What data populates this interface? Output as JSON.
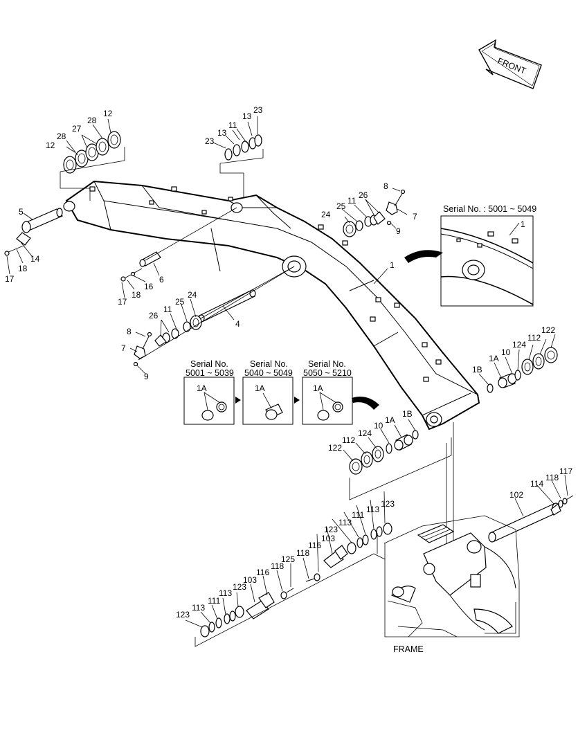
{
  "front_label": "FRONT",
  "frame_label": "FRAME",
  "detail_serial": "Serial No. : 5001 ~ 5049",
  "serial_boxes": [
    {
      "title": "Serial No.",
      "range": "5001 ~ 5039",
      "part": "1A"
    },
    {
      "title": "Serial No.",
      "range": "5040 ~ 5049",
      "part": "1A"
    },
    {
      "title": "Serial No.",
      "range": "5050 ~ 5210",
      "part": "1A"
    }
  ],
  "callouts": [
    {
      "id": "c-12a",
      "text": "12"
    },
    {
      "id": "c-28a",
      "text": "28"
    },
    {
      "id": "c-27",
      "text": "27"
    },
    {
      "id": "c-28b",
      "text": "28"
    },
    {
      "id": "c-12b",
      "text": "12"
    },
    {
      "id": "c-13a",
      "text": "13"
    },
    {
      "id": "c-23a",
      "text": "23"
    },
    {
      "id": "c-13b",
      "text": "13"
    },
    {
      "id": "c-11a",
      "text": "11"
    },
    {
      "id": "c-23b",
      "text": "23"
    },
    {
      "id": "c-8a",
      "text": "8"
    },
    {
      "id": "c-7a",
      "text": "7"
    },
    {
      "id": "c-9a",
      "text": "9"
    },
    {
      "id": "c-26a",
      "text": "26"
    },
    {
      "id": "c-11b",
      "text": "11"
    },
    {
      "id": "c-25a",
      "text": "25"
    },
    {
      "id": "c-24a",
      "text": "24"
    },
    {
      "id": "c-1a",
      "text": "1"
    },
    {
      "id": "c-1b",
      "text": "1"
    },
    {
      "id": "c-5",
      "text": "5"
    },
    {
      "id": "c-14",
      "text": "14"
    },
    {
      "id": "c-18a",
      "text": "18"
    },
    {
      "id": "c-17a",
      "text": "17"
    },
    {
      "id": "c-6",
      "text": "6"
    },
    {
      "id": "c-16",
      "text": "16"
    },
    {
      "id": "c-18b",
      "text": "18"
    },
    {
      "id": "c-17b",
      "text": "17"
    },
    {
      "id": "c-4",
      "text": "4"
    },
    {
      "id": "c-26b",
      "text": "26"
    },
    {
      "id": "c-11c",
      "text": "11"
    },
    {
      "id": "c-25b",
      "text": "25"
    },
    {
      "id": "c-24b",
      "text": "24"
    },
    {
      "id": "c-8b",
      "text": "8"
    },
    {
      "id": "c-7b",
      "text": "7"
    },
    {
      "id": "c-9b",
      "text": "9"
    },
    {
      "id": "c-1B-a",
      "text": "1B"
    },
    {
      "id": "c-1A-a",
      "text": "1A"
    },
    {
      "id": "c-10a",
      "text": "10"
    },
    {
      "id": "c-124a",
      "text": "124"
    },
    {
      "id": "c-112a",
      "text": "112"
    },
    {
      "id": "c-122a",
      "text": "122"
    },
    {
      "id": "c-1B-b",
      "text": "1B"
    },
    {
      "id": "c-1A-b",
      "text": "1A"
    },
    {
      "id": "c-10b",
      "text": "10"
    },
    {
      "id": "c-124b",
      "text": "124"
    },
    {
      "id": "c-112b",
      "text": "112"
    },
    {
      "id": "c-122b",
      "text": "122"
    },
    {
      "id": "c-117",
      "text": "117"
    },
    {
      "id": "c-118a",
      "text": "118"
    },
    {
      "id": "c-114",
      "text": "114"
    },
    {
      "id": "c-102",
      "text": "102"
    },
    {
      "id": "c-123a",
      "text": "123"
    },
    {
      "id": "c-113a",
      "text": "113"
    },
    {
      "id": "c-111a",
      "text": "111"
    },
    {
      "id": "c-113b",
      "text": "113"
    },
    {
      "id": "c-123b",
      "text": "123"
    },
    {
      "id": "c-103a",
      "text": "103"
    },
    {
      "id": "c-116a",
      "text": "116"
    },
    {
      "id": "c-118b",
      "text": "118"
    },
    {
      "id": "c-125",
      "text": "125"
    },
    {
      "id": "c-118c",
      "text": "118"
    },
    {
      "id": "c-116b",
      "text": "116"
    },
    {
      "id": "c-103b",
      "text": "103"
    },
    {
      "id": "c-123c",
      "text": "123"
    },
    {
      "id": "c-113c",
      "text": "113"
    },
    {
      "id": "c-111b",
      "text": "111"
    },
    {
      "id": "c-113d",
      "text": "113"
    },
    {
      "id": "c-123d",
      "text": "123"
    }
  ]
}
